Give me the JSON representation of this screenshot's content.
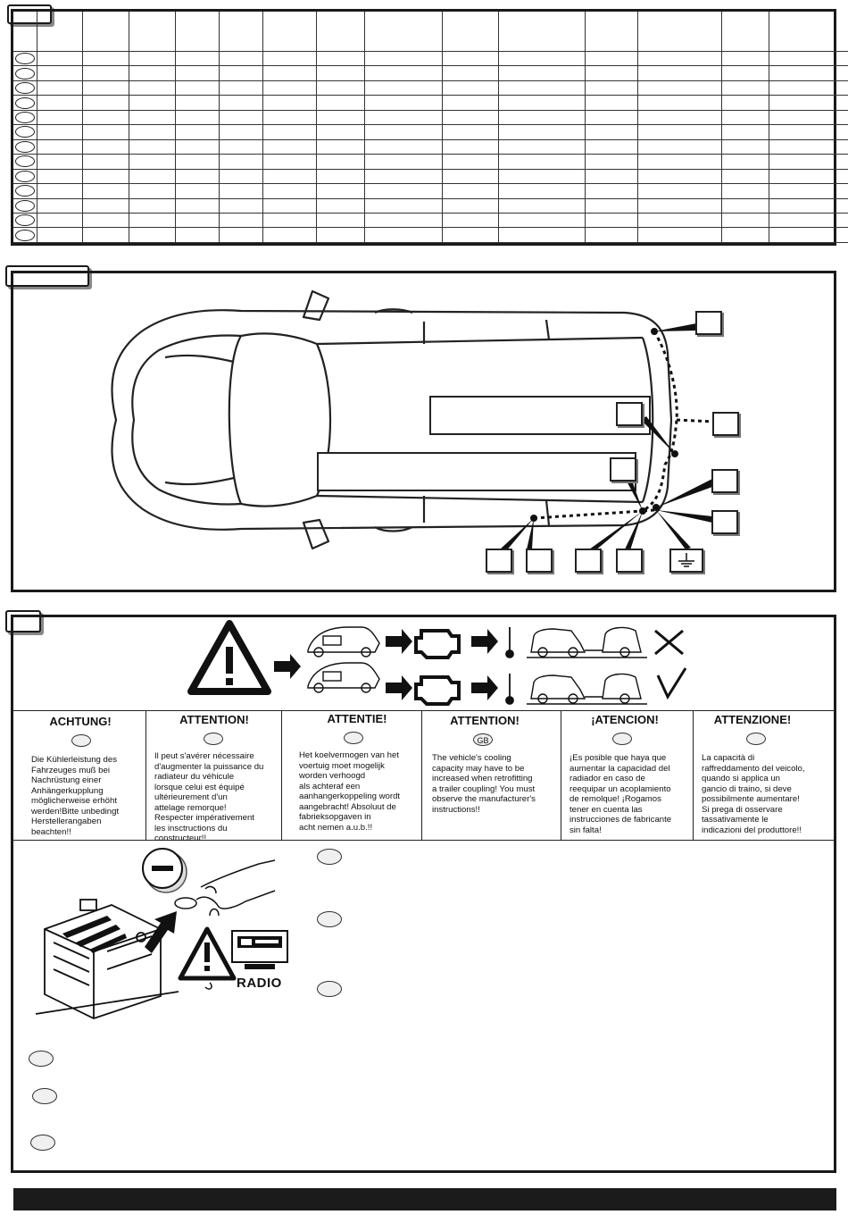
{
  "table": {
    "columns": 15,
    "rows": 13
  },
  "warnings": [
    {
      "title": "ACHTUNG!",
      "code": "",
      "text": "Die Kühlerleistung des\nFahrzeuges muß bei\nNachrüstung einer\nAnhängerkupplung\nmöglicherweise erhöht\nwerden!Bitte unbedingt\nHerstellerangaben\nbeachten!!"
    },
    {
      "title": "ATTENTION!",
      "code": "",
      "text": "Il peut s'avérer nécessaire\nd'augmenter la puissance du\nradiateur du véhicule\nlorsque celui est équipé\nultérieurement d'un\nattelage remorque!\nRespecter impérativement\nles insctructions du\nconstructeur!!"
    },
    {
      "title": "ATTENTIE!",
      "code": "",
      "text": "Het koelvermogen van het\nvoertuig moet mogelijk\nworden verhoogd\nals achteraf een\naanhangerkoppeling wordt\naangebracht! Absoluut de\nfabrieksopgaven in\nacht nemen a.u.b.!!"
    },
    {
      "title": "ATTENTION!",
      "code": "GB",
      "text": "The vehicle's cooling\ncapacity may have to be\nincreased when retrofitting\na trailer coupling! You must\nobserve the manufacturer's\ninstructions!!"
    },
    {
      "title": "¡ATENCION!",
      "code": "",
      "text": "¡Es posible que haya que\naumentar la capacidad del\nradiador en caso de\nreequipar un acoplamiento\nde remolque! ¡Rogamos\ntener en cuenta las\ninstrucciones de fabricante\nsin falta!"
    },
    {
      "title": "ATTENZIONE!",
      "code": "",
      "text": "La capacità di\nraffreddamento del veicolo,\nquando si applica un\ngancio di traino, si deve\npossibilmente aumentare!\nSi prega di osservare\ntassativamente le\nindicazioni del produttore!!"
    }
  ],
  "battery": {
    "radio_label": "RADIO",
    "minus_symbol": "−"
  },
  "icons": [
    "warning-triangle-icon",
    "arrow-icon",
    "engine-icon",
    "thermometer-icon",
    "cross-icon",
    "check-icon",
    "ground-icon",
    "battery-icon"
  ]
}
